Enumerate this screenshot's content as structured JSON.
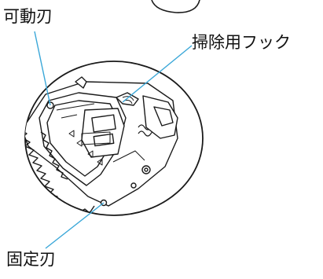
{
  "labels": {
    "movable_blade": "可動刃",
    "cleaning_hook": "掃除用フック",
    "fixed_blade": "固定刃"
  },
  "colors": {
    "leader_line": "#3aa7d8",
    "line_art": "#1a1a1a",
    "background": "#ffffff"
  }
}
